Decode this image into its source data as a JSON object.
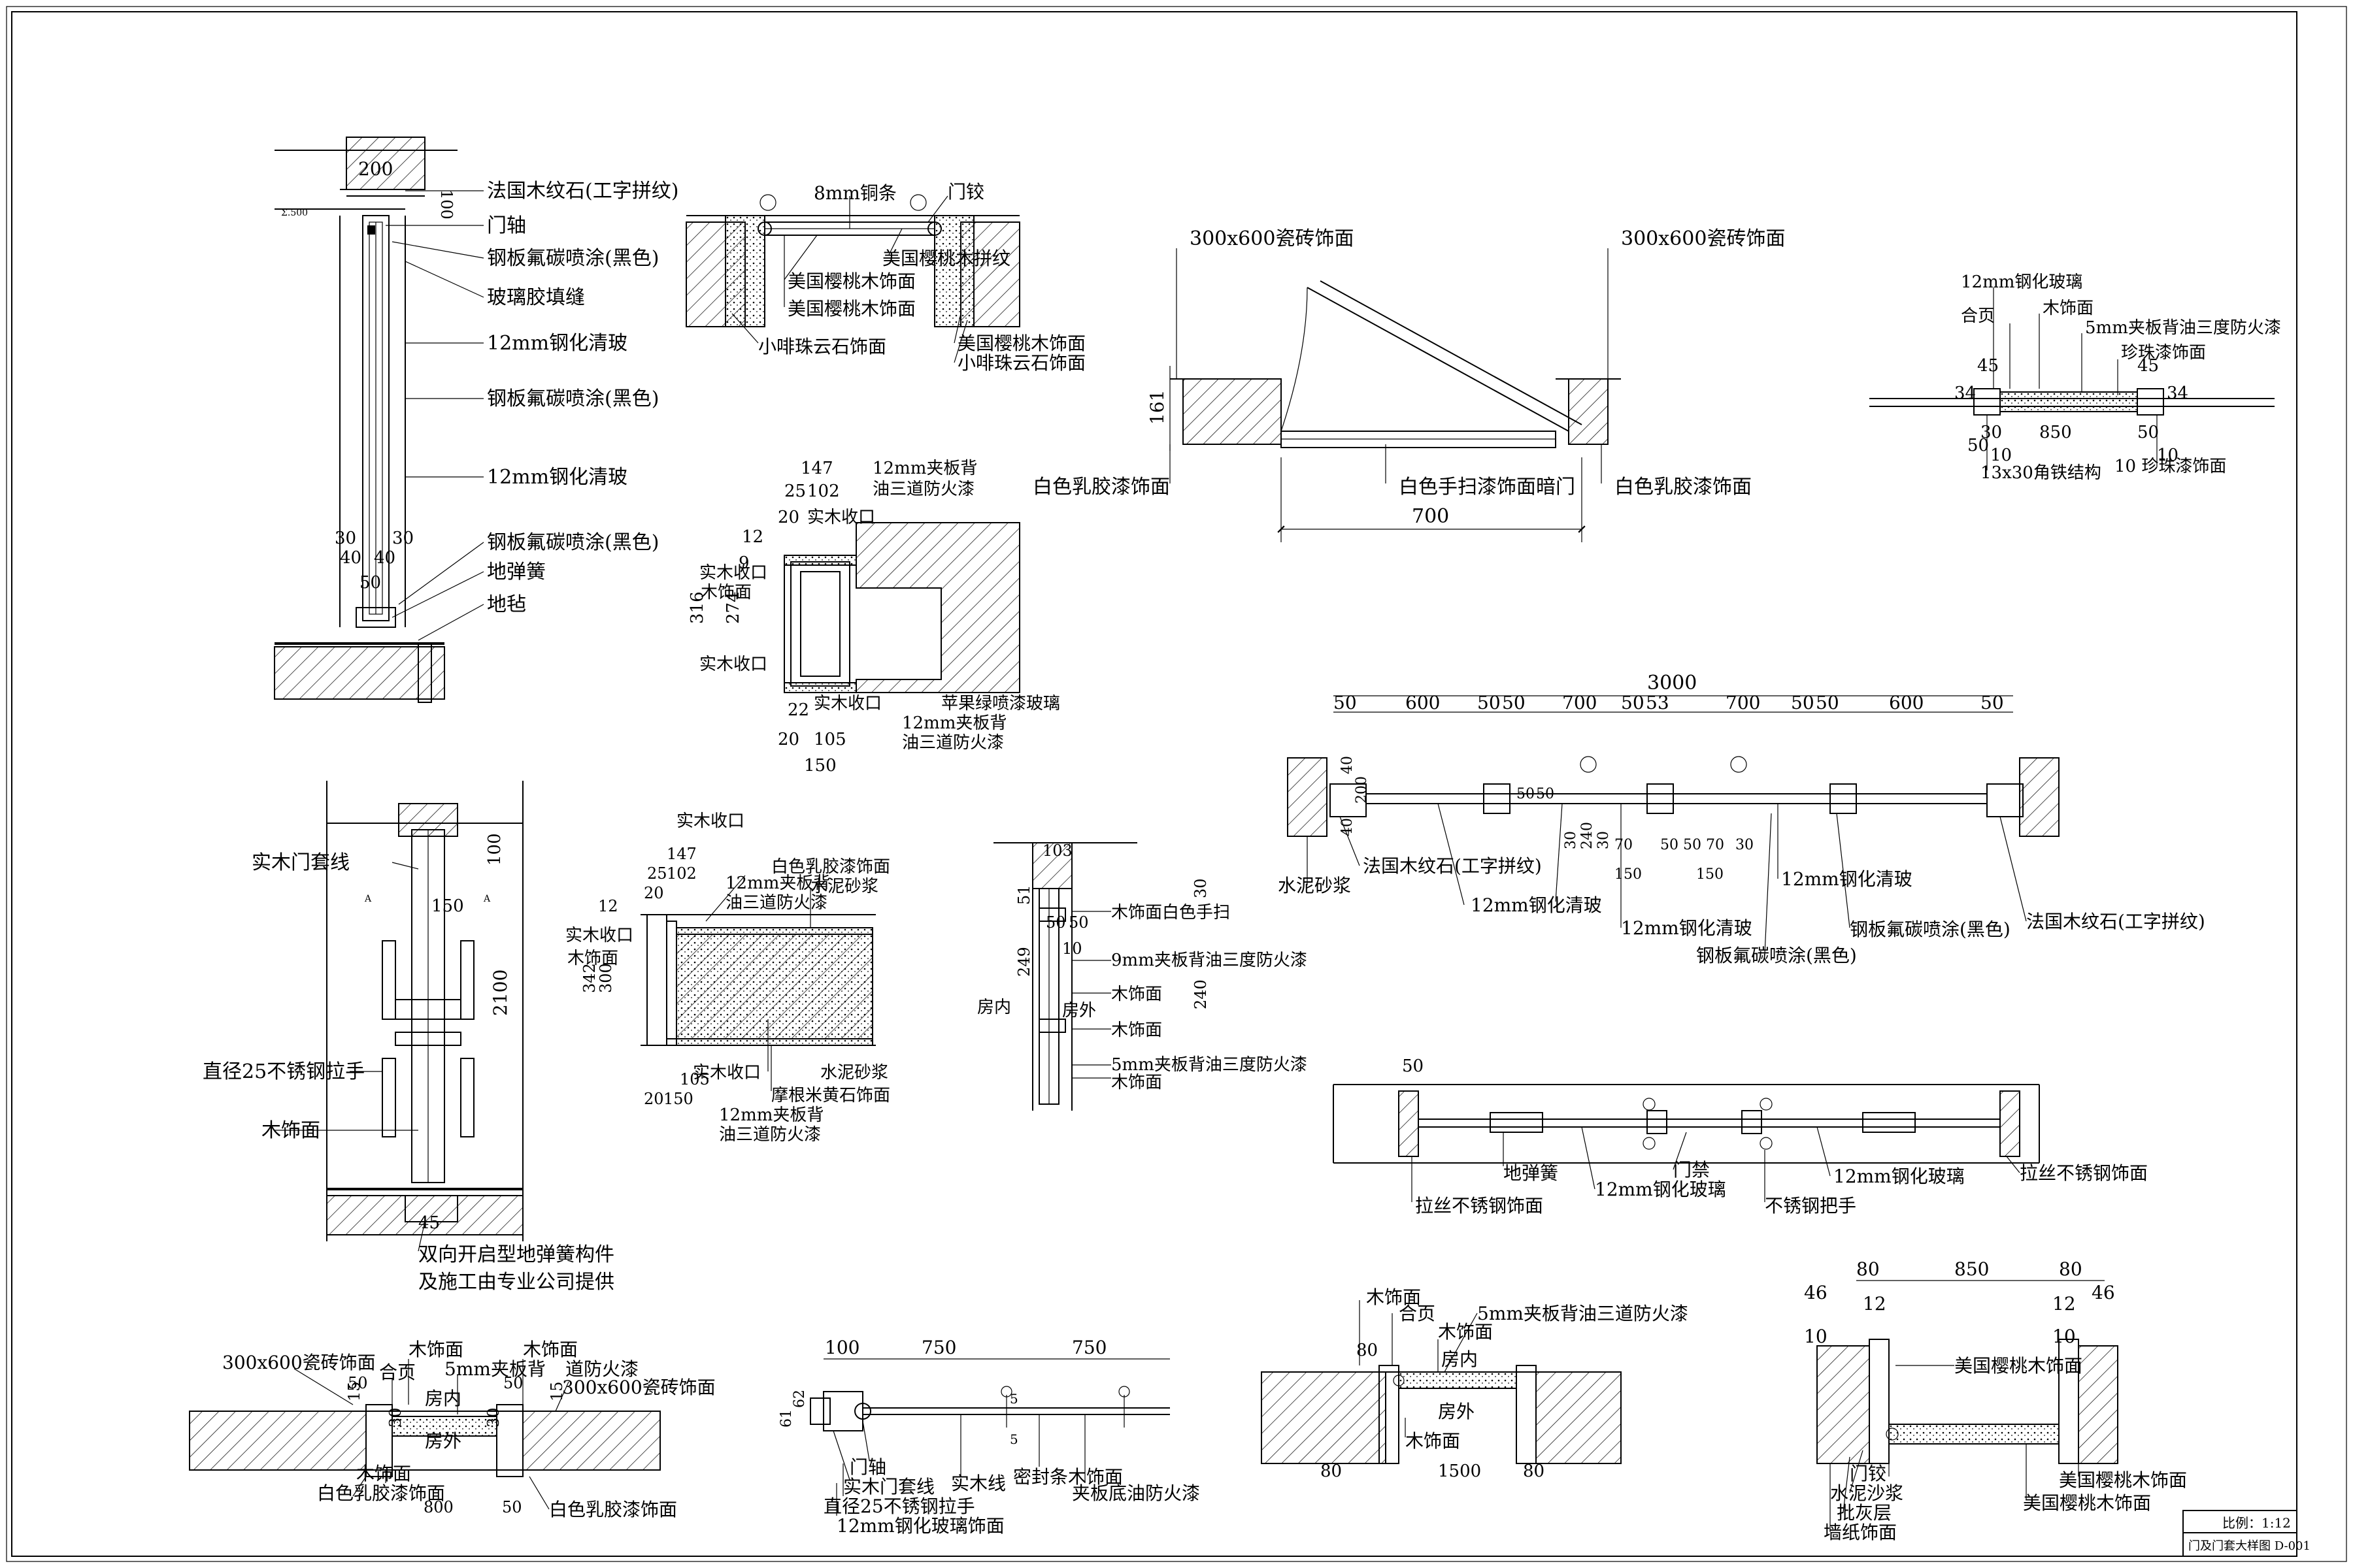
{
  "title_block": {
    "scale": "比例：1:12",
    "title": "门及门套大样图 D-001"
  },
  "d1": {
    "dims": [
      "200",
      "100",
      "30",
      "30",
      "40",
      "40",
      "50"
    ],
    "tag": "Σ.500",
    "labels": [
      "法国木纹石(工字拼纹)",
      "门轴",
      "钢板氟碳喷涂(黑色)",
      "玻璃胶填缝",
      "12mm钢化清玻",
      "钢板氟碳喷涂(黑色)",
      "12mm钢化清玻",
      "钢板氟碳喷涂(黑色)",
      "地弹簧",
      "地毡"
    ]
  },
  "d2": {
    "labels": [
      "8mm铜条",
      "门铰",
      "美国樱桃木拼纹",
      "美国樱桃木饰面",
      "美国樱桃木饰面",
      "美国樱桃木饰面",
      "小啡珠云石饰面",
      "小啡珠云石饰面"
    ]
  },
  "d3": {
    "dims": [
      "161",
      "700"
    ],
    "labels": [
      "300x600瓷砖饰面",
      "300x600瓷砖饰面",
      "白色乳胶漆饰面",
      "白色手扫漆饰面暗门",
      "白色乳胶漆饰面"
    ]
  },
  "d4": {
    "dims": [
      "45",
      "45",
      "34",
      "34",
      "850",
      "30",
      "50",
      "10",
      "50",
      "10"
    ],
    "labels": [
      "12mm钢化玻璃",
      "合页",
      "木饰面",
      "5mm夹板背油三度防火漆",
      "珍珠漆饰面",
      "13x30角铁结构",
      "10 珍珠漆饰面"
    ]
  },
  "d5": {
    "dims": [
      "147",
      "25",
      "102",
      "20",
      "12",
      "316",
      "274",
      "9",
      "22",
      "20",
      "105",
      "150"
    ],
    "labels": [
      "12mm夹板背",
      "油三道防火漆",
      "实木收口",
      "实木收口",
      "木饰面",
      "实木收口",
      "实木收口",
      "苹果绿喷漆玻璃",
      "12mm夹板背",
      "油三道防火漆"
    ]
  },
  "d6": {
    "dims": [
      "3000",
      "50",
      "600",
      "50",
      "50",
      "700",
      "50",
      "53",
      "700",
      "50",
      "50",
      "600",
      "50",
      "40",
      "40",
      "200",
      "50",
      "50",
      "30",
      "240",
      "30",
      "70",
      "50",
      "50",
      "70",
      "30",
      "150",
      "150"
    ],
    "labels": [
      "法国木纹石(工字拼纹)",
      "水泥砂浆",
      "12mm钢化清玻",
      "12mm钢化清玻",
      "12mm钢化清玻",
      "钢板氟碳喷涂(黑色)",
      "钢板氟碳喷涂(黑色)",
      "法国木纹石(工字拼纹)"
    ]
  },
  "d7": {
    "dims": [
      "100",
      "150",
      "2100",
      "45"
    ],
    "tags": [
      "A",
      "A"
    ],
    "labels": [
      "实木门套线",
      "直径25不锈钢拉手",
      "木饰面",
      "双向开启型地弹簧构件",
      "及施工由专业公司提供"
    ]
  },
  "d8": {
    "dims": [
      "147",
      "25",
      "102",
      "20",
      "342",
      "300",
      "12",
      "20",
      "105",
      "150"
    ],
    "labels": [
      "实木收口",
      "白色乳胶漆饰面",
      "12mm夹板背",
      "油三道防火漆",
      "水泥砂浆",
      "实木收口",
      "木饰面",
      "水泥砂浆",
      "实木收口",
      "摩根米黄石饰面",
      "12mm夹板背",
      "油三道防火漆"
    ]
  },
  "d9": {
    "dims": [
      "103",
      "51",
      "30",
      "50",
      "50",
      "10",
      "249",
      "240"
    ],
    "labels": [
      "木饰面白色手扫",
      "9mm夹板背油三度防火漆",
      "木饰面",
      "房外",
      "木饰面",
      "房内",
      "5mm夹板背油三度防火漆",
      "木饰面"
    ]
  },
  "d10": {
    "dims": [
      "50"
    ],
    "labels": [
      "地弹簧",
      "12mm钢化玻璃",
      "门禁",
      "12mm钢化玻璃",
      "拉丝不锈钢饰面",
      "拉丝不锈钢饰面",
      "不锈钢把手"
    ]
  },
  "d11": {
    "dims": [
      "15",
      "50",
      "50",
      "30",
      "30",
      "15",
      "800",
      "50"
    ],
    "labels": [
      "300x600瓷砖饰面",
      "合页",
      "木饰面",
      "5mm夹板背",
      "木饰面",
      "道防火漆",
      "300x600瓷砖饰面",
      "房内",
      "房外",
      "木饰面",
      "白色乳胶漆饰面",
      "白色乳胶漆饰面"
    ]
  },
  "d12": {
    "dims": [
      "100",
      "750",
      "750",
      "61",
      "62",
      "5",
      "5"
    ],
    "labels": [
      "门轴",
      "实木门套线",
      "实木线",
      "密封条木饰面",
      "夹板底油防火漆",
      "直径25不锈钢拉手",
      "12mm钢化玻璃饰面"
    ]
  },
  "d13": {
    "dims": [
      "80",
      "80",
      "1500",
      "80"
    ],
    "labels": [
      "木饰面",
      "合页",
      "5mm夹板背油三道防火漆",
      "木饰面",
      "房内",
      "房外",
      "木饰面"
    ]
  },
  "d14": {
    "dims": [
      "80",
      "850",
      "80",
      "46",
      "46",
      "10",
      "12",
      "12",
      "10"
    ],
    "labels": [
      "美国樱桃木饰面",
      "门铰",
      "水泥沙浆",
      "批灰层",
      "墙纸饰面",
      "美国樱桃木饰面",
      "美国樱桃木饰面"
    ]
  }
}
